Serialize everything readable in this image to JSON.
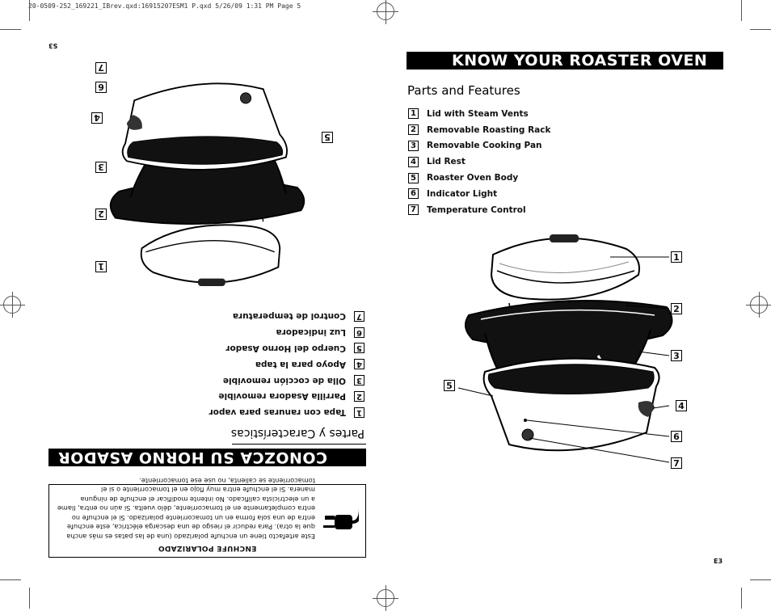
{
  "print_header": "20-0509-252_169221_IBrev.qxd:16915207ESM1 P.qxd  5/26/09  1:31 PM  Page 5",
  "english": {
    "title": "KNOW YOUR ROASTER OVEN",
    "subtitle": "Parts and Features",
    "parts": [
      {
        "num": "1",
        "label": "Lid with Steam Vents"
      },
      {
        "num": "2",
        "label": "Removable Roasting Rack"
      },
      {
        "num": "3",
        "label": "Removable Cooking Pan"
      },
      {
        "num": "4",
        "label": "Lid Rest"
      },
      {
        "num": "5",
        "label": "Roaster Oven Body"
      },
      {
        "num": "6",
        "label": "Indicator Light"
      },
      {
        "num": "7",
        "label": "Temperature Control"
      }
    ],
    "page_number": "E3"
  },
  "spanish": {
    "title": "CONOZCA SU HORNO ASADOR",
    "subtitle": "Partes y Características",
    "parts": [
      {
        "num": "1",
        "label": "Tapa con ranuras para vapor"
      },
      {
        "num": "2",
        "label": "Parrilla Asadora removible"
      },
      {
        "num": "3",
        "label": "Olla de cocción removible"
      },
      {
        "num": "4",
        "label": "Apoyo para la tapa"
      },
      {
        "num": "5",
        "label": "Cuerpo del Horno Asador"
      },
      {
        "num": "6",
        "label": "Luz indicadora"
      },
      {
        "num": "7",
        "label": "Control de temperatura"
      }
    ],
    "note_title": "ENCHUFE POLARIZADO",
    "note_text": "Este artefacto tiene un enchufe polarizado (una de las patas es más ancha que la otra). Para reducir el riesgo de una descarga eléctrica, este enchufe entra de una sola forma en un tomacorriente polarizado. Si el enchufe no entra completamente en el tomacorriente, délo vuelta. Si aún no entra, llame a un electricista calificado. No intente modificar el enchufe de ninguna manera. Si el enchufe entra muy flojo en el tomacorriente o si el tomacorriente se calienta, no use ese tomacorriente.",
    "page_number": "S3"
  }
}
